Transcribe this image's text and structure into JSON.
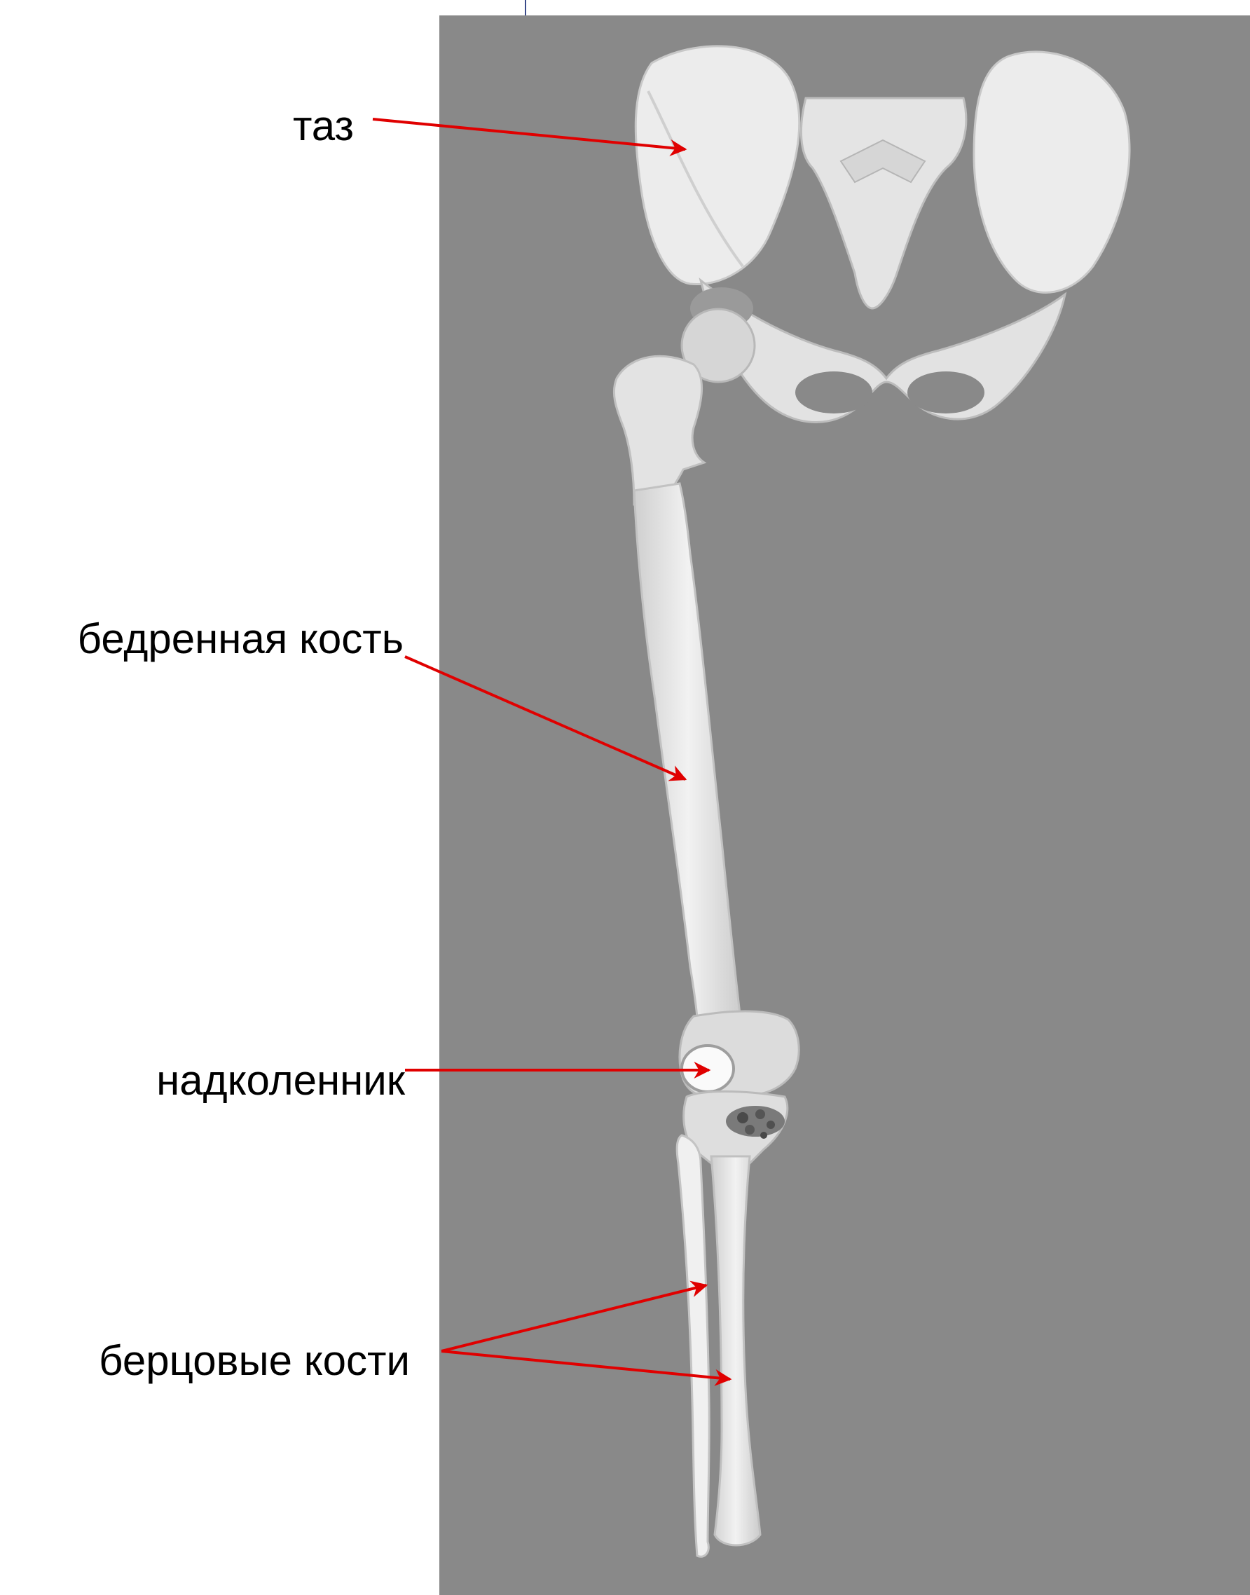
{
  "labels": {
    "pelvis": "таз",
    "femur": "бедренная кость",
    "patella": "надколенник",
    "shin_bones": "берцовые кости"
  },
  "colors": {
    "background_panel": "#898989",
    "bone": "#e6e6e6",
    "arrow": "#ff0000",
    "text": "#000000"
  }
}
